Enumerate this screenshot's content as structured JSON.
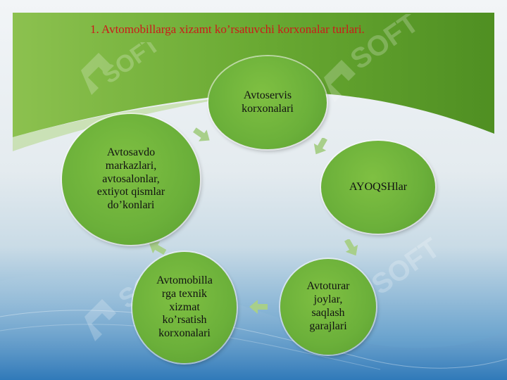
{
  "slide": {
    "title": "1. Avtomobillarga xizamt ko’rsatuvchi korxonalar turlari."
  },
  "nodes": [
    {
      "label": "Avtoservis\nkorxonalari"
    },
    {
      "label": "AYOQSHlar"
    },
    {
      "label": "Avtoturar\njoylar,\nsaqlash\ngarajlari"
    },
    {
      "label": "Avtomobilla\nrga texnik\nxizmat\nko’rsatish\nkorxonalari"
    },
    {
      "label": "Avtosavdo\nmarkazlari,\navtosalonlar,\nextiyot qismlar\ndo’konlari"
    }
  ],
  "watermark": {
    "text": "SOFT"
  },
  "colors": {
    "node_green": "#6bb03a",
    "title_red": "#cc1a1a",
    "arrow_green": "#a8cf8a"
  }
}
